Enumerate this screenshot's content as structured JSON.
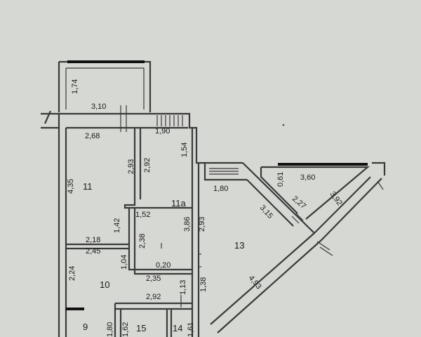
{
  "rooms": {
    "r11": "11",
    "r11a": "11a",
    "r13": "13",
    "r10": "10",
    "r9": "9",
    "r15": "15",
    "r14": "14"
  },
  "dimensions": {
    "balcony_height": "1,74",
    "balcony_width": "3,10",
    "r11_top": "2,68",
    "corridor_top": "1,90",
    "r11_height": "4,35",
    "r11_inner_a": "2,93",
    "r11_inner_b": "2,92",
    "corridor_side": "1,54",
    "r11a_top": "1,52",
    "r11_bottom_a": "2,18",
    "r11_bottom_b": "1,42",
    "r11a_height": "2,38",
    "r11a_side": "3,86",
    "r13_left": "2,93",
    "r13_top": "1,80",
    "r10_top": "2,45",
    "r10_side_a": "1,04",
    "r10_height": "2,24",
    "small_a": "0,20",
    "small_b": "2,35",
    "small_c": "1,13",
    "small_d": "1,38",
    "r15_top": "2,92",
    "r9_height": "1,80",
    "r15_left": "1,62",
    "r14_side": "1,61",
    "r13_diag": "4,93",
    "tri_side": "0,61",
    "tri_top": "3,60",
    "tri_diag_a": "2,27",
    "tri_diag_b": "3,15",
    "tri_diag_c": "3,92"
  }
}
